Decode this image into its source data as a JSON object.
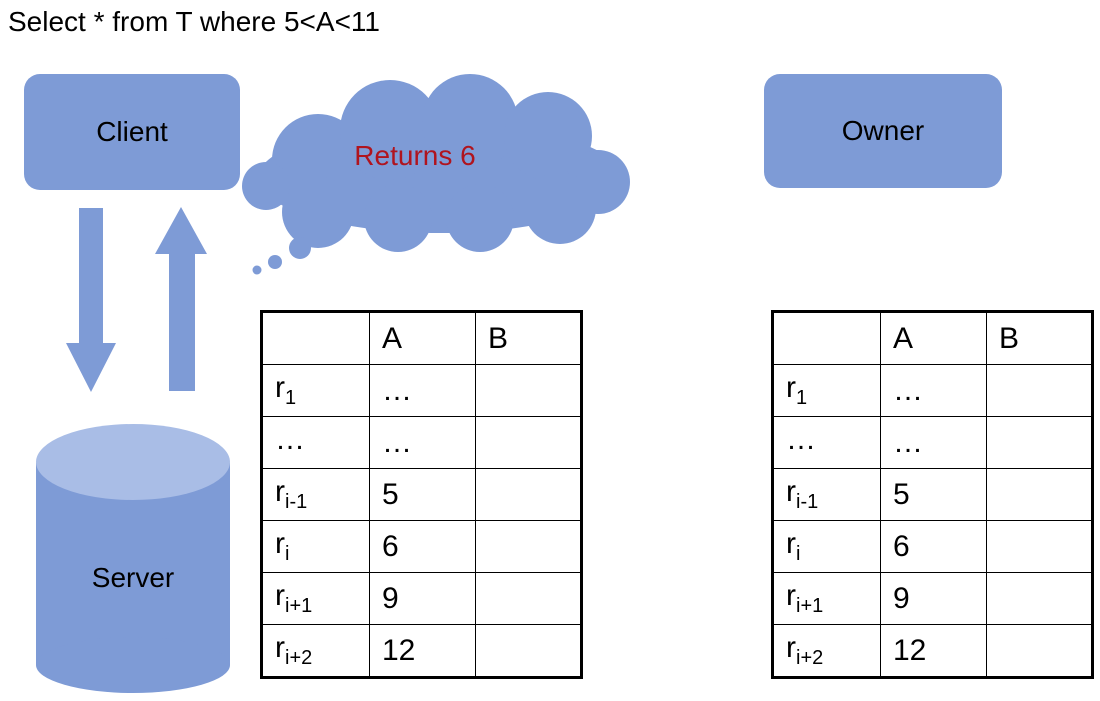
{
  "query": "Select * from T where 5<A<11",
  "client_label": "Client",
  "owner_label": "Owner",
  "server_label": "Server",
  "cloud_text": "Returns 6",
  "colors": {
    "shape_fill": "#7e9bd6",
    "cylinder_top": "#a9bde6",
    "cloud_text": "#b0141e"
  },
  "table_server": {
    "header": [
      "",
      "A",
      "B"
    ],
    "rows": [
      {
        "name": "r",
        "sub": "1",
        "a": "…",
        "b": ""
      },
      {
        "name": "…",
        "sub": "",
        "a": "…",
        "b": ""
      },
      {
        "name": "r",
        "sub": "i-1",
        "a": "5",
        "b": ""
      },
      {
        "name": "r",
        "sub": "i",
        "a": "6",
        "b": ""
      },
      {
        "name": "r",
        "sub": "i+1",
        "a": "9",
        "b": ""
      },
      {
        "name": "r",
        "sub": "i+2",
        "a": "12",
        "b": ""
      }
    ]
  },
  "table_owner": {
    "header": [
      "",
      "A",
      "B"
    ],
    "rows": [
      {
        "name": "r",
        "sub": "1",
        "a": "…",
        "b": ""
      },
      {
        "name": "…",
        "sub": "",
        "a": "…",
        "b": ""
      },
      {
        "name": "r",
        "sub": "i-1",
        "a": "5",
        "b": ""
      },
      {
        "name": "r",
        "sub": "i",
        "a": "6",
        "b": ""
      },
      {
        "name": "r",
        "sub": "i+1",
        "a": "9",
        "b": ""
      },
      {
        "name": "r",
        "sub": "i+2",
        "a": "12",
        "b": ""
      }
    ]
  }
}
